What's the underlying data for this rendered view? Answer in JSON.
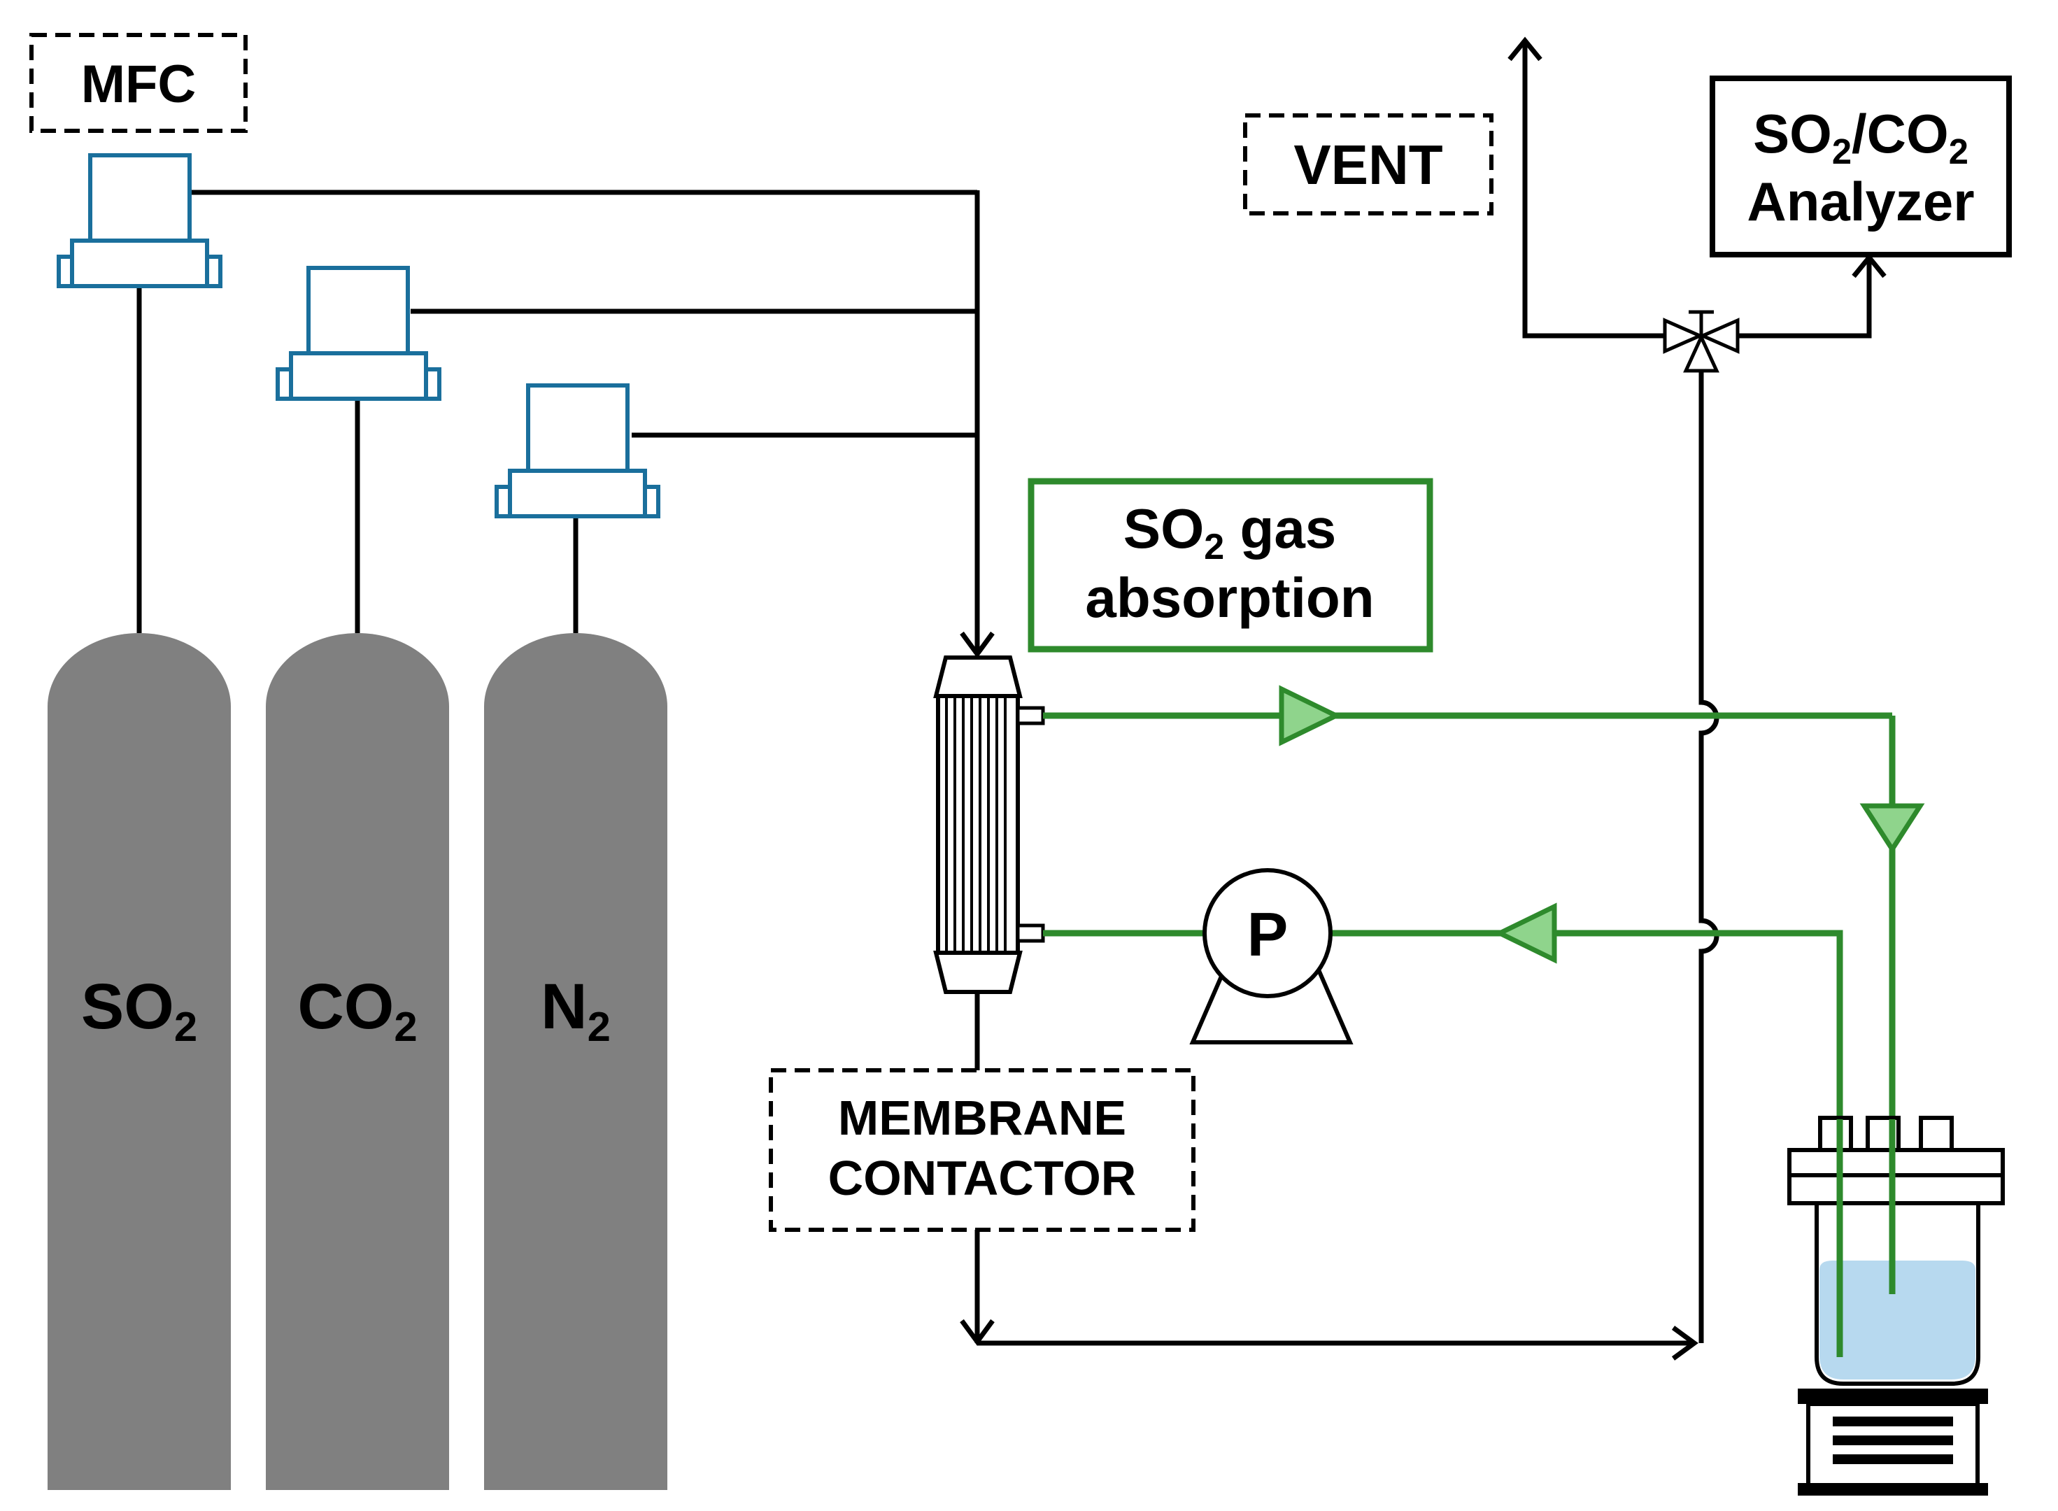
{
  "colors": {
    "gas_line": "#000000",
    "liquid_line": "#2e8a2c",
    "flow_arrow_fill": "#8fd48c",
    "mfc": "#1a6f9c",
    "cylinder": "#808080",
    "solution": "#b7d9ef"
  },
  "labels": {
    "mfc": "MFC",
    "vent": "VENT",
    "analyzer_line1_a": "SO",
    "analyzer_line1_sub1": "2",
    "analyzer_line1_b": "/CO",
    "analyzer_line1_sub2": "2",
    "analyzer_line2": "Analyzer",
    "absorption_line1_a": "SO",
    "absorption_line1_sub": "2",
    "absorption_line1_b": " gas",
    "absorption_line2": "absorption",
    "membrane_line1": "MEMBRANE",
    "membrane_line2": "CONTACTOR",
    "pump": "P"
  },
  "cylinders": [
    {
      "name": "SO",
      "sub": "2"
    },
    {
      "name": "CO",
      "sub": "2"
    },
    {
      "name": "N",
      "sub": "2"
    }
  ],
  "icons": {
    "mfc": "mass-flow-controller-icon",
    "cylinder": "gas-cylinder-icon",
    "contactor": "hollow-fiber-membrane-icon",
    "pump": "peristaltic-pump-icon",
    "valve": "three-way-valve-icon",
    "reactor": "jacketed-reactor-icon"
  }
}
